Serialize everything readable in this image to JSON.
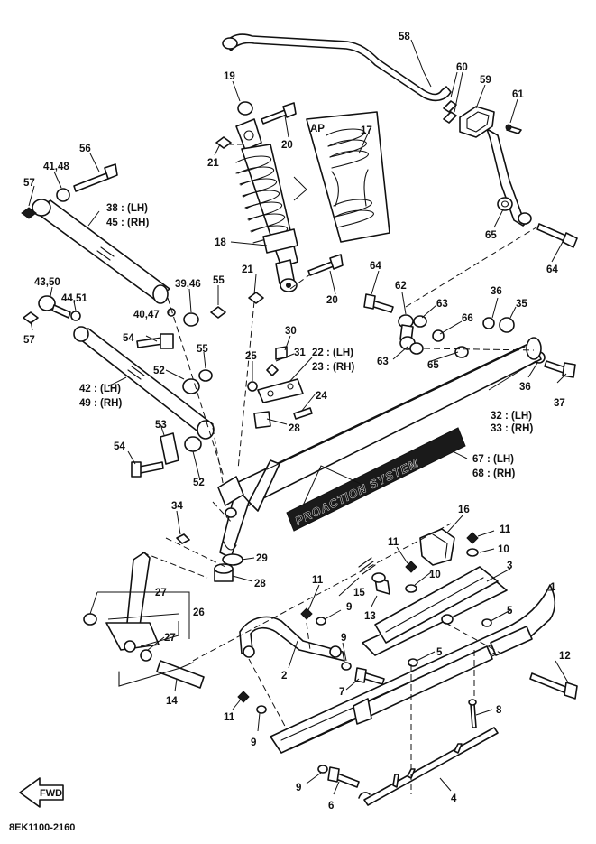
{
  "diagram_code": "8EK1100-2160",
  "inset_label": "AP",
  "decal_text": "PROACTION SYSTEM",
  "fwd_label": "FWD",
  "callouts": {
    "c1": "1",
    "c2": "2",
    "c3": "3",
    "c4": "4",
    "c5a": "5",
    "c5b": "5",
    "c6": "6",
    "c7": "7",
    "c8": "8",
    "c9a": "9",
    "c9b": "9",
    "c9c": "9",
    "c9d": "9",
    "c10a": "10",
    "c10b": "10",
    "c11a": "11",
    "c11b": "11",
    "c11c": "11",
    "c11d": "11",
    "c12": "12",
    "c13": "13",
    "c14": "14",
    "c15": "15",
    "c16": "16",
    "c17": "17",
    "c18": "18",
    "c19": "19",
    "c20a": "20",
    "c20b": "20",
    "c21a": "21",
    "c21b": "21",
    "c22": "22 : (LH)",
    "c23": "23 : (RH)",
    "c24": "24",
    "c25": "25",
    "c26": "26",
    "c27a": "27",
    "c27b": "27",
    "c28a": "28",
    "c28b": "28",
    "c29": "29",
    "c30": "30",
    "c31": "31",
    "c32": "32 : (LH)",
    "c33": "33 : (RH)",
    "c34": "34",
    "c35": "35",
    "c36a": "36",
    "c36b": "36",
    "c37": "37",
    "c38": "38 : (LH)",
    "c45": "45 : (RH)",
    "c3946": "39,46",
    "c4047": "40,47",
    "c4148": "41,48",
    "c42": "42 : (LH)",
    "c49": "49 : (RH)",
    "c4350": "43,50",
    "c4451": "44,51",
    "c52a": "52",
    "c52b": "52",
    "c53": "53",
    "c54a": "54",
    "c54b": "54",
    "c55a": "55",
    "c55b": "55",
    "c56": "56",
    "c57a": "57",
    "c57b": "57",
    "c58": "58",
    "c59": "59",
    "c60": "60",
    "c61": "61",
    "c62": "62",
    "c63a": "63",
    "c63b": "63",
    "c64a": "64",
    "c64b": "64",
    "c65a": "65",
    "c65b": "65",
    "c66": "66",
    "c67": "67 : (LH)",
    "c68": "68 : (RH)"
  }
}
